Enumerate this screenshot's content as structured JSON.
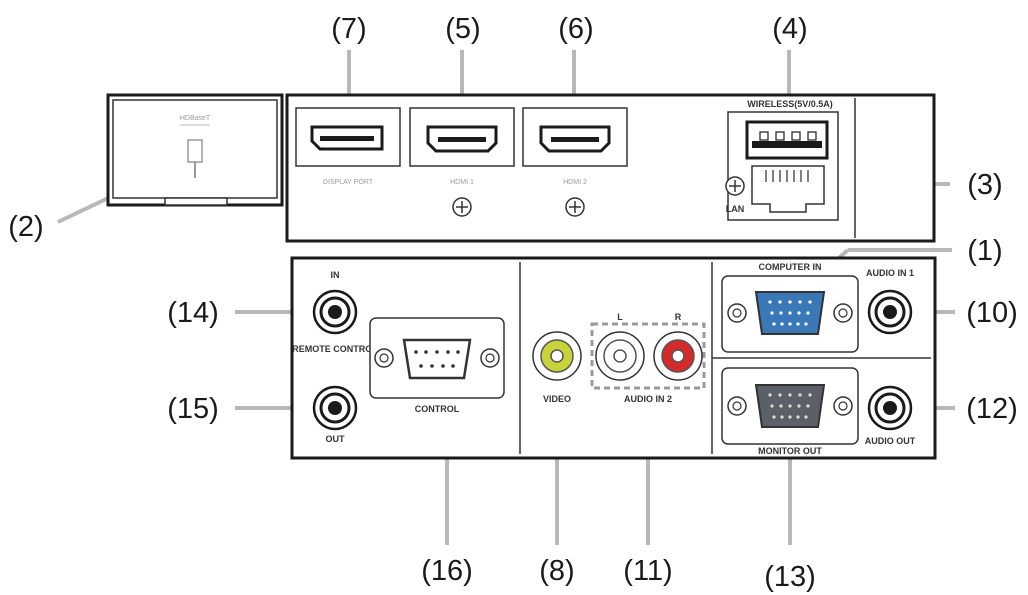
{
  "callouts": {
    "c1": "(1)",
    "c2": "(2)",
    "c3": "(3)",
    "c4": "(4)",
    "c5": "(5)",
    "c6": "(6)",
    "c7": "(7)",
    "c8": "(8)",
    "c10": "(10)",
    "c11": "(11)",
    "c12": "(12)",
    "c13": "(13)",
    "c14": "(14)",
    "c15": "(15)",
    "c16": "(16)"
  },
  "port_labels": {
    "hdbaset": "HDBaseT",
    "display_port": "DISPLAY PORT",
    "hdmi1": "HDMI 1",
    "hdmi2": "HDMI 2",
    "wireless": "WIRELESS(5V/0.5A)",
    "lan": "LAN",
    "computer_in": "COMPUTER IN",
    "audio_in1": "AUDIO IN 1",
    "in": "IN",
    "remote_control": "REMOTE CONTROL",
    "out": "OUT",
    "control": "CONTROL",
    "audio_l": "L",
    "audio_r": "R",
    "video": "VIDEO",
    "audio_in2": "AUDIO IN 2",
    "monitor_out": "MONITOR OUT",
    "audio_out": "AUDIO OUT"
  },
  "colors": {
    "vga_in": "#3a78b8",
    "vga_out": "#5a5f68",
    "video_rca": "#c8d23a",
    "audio_l_rca": "#ffffff",
    "audio_r_rca": "#d42a2a",
    "leader": "#b8b8b8"
  }
}
